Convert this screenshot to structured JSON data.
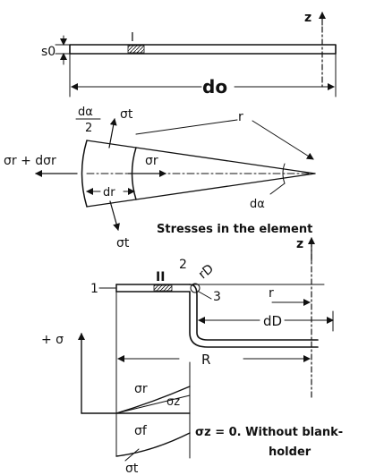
{
  "figure": {
    "top": {
      "axis": "z",
      "element_no": "I",
      "thickness": "s0",
      "diameter": "do"
    },
    "middle": {
      "half_angle_num": "dα",
      "half_angle_den": "2",
      "sigma_t_top": "σt",
      "sigma_r_plus": "σr + dσr",
      "sigma_r": "σr",
      "radius": "r",
      "dr": "dr",
      "d_alpha": "dα",
      "sigma_t_bottom": "σt",
      "caption": "Stresses in the element"
    },
    "bottom": {
      "axis": "z",
      "element_no": "II",
      "pt1": "1",
      "pt2": "2",
      "pt3": "3",
      "rD": "rD",
      "r": "r",
      "dD": "dD",
      "R": "R",
      "plus_sigma": "+ σ",
      "sigma_r": "σr",
      "sigma_z": "σz",
      "sigma_f": "σf",
      "sigma_t": "σt",
      "note_line1": "σz = 0. Without blank-",
      "note_line2": "holder"
    }
  },
  "colors": {
    "ink": "#111111",
    "paper": "#ffffff"
  }
}
